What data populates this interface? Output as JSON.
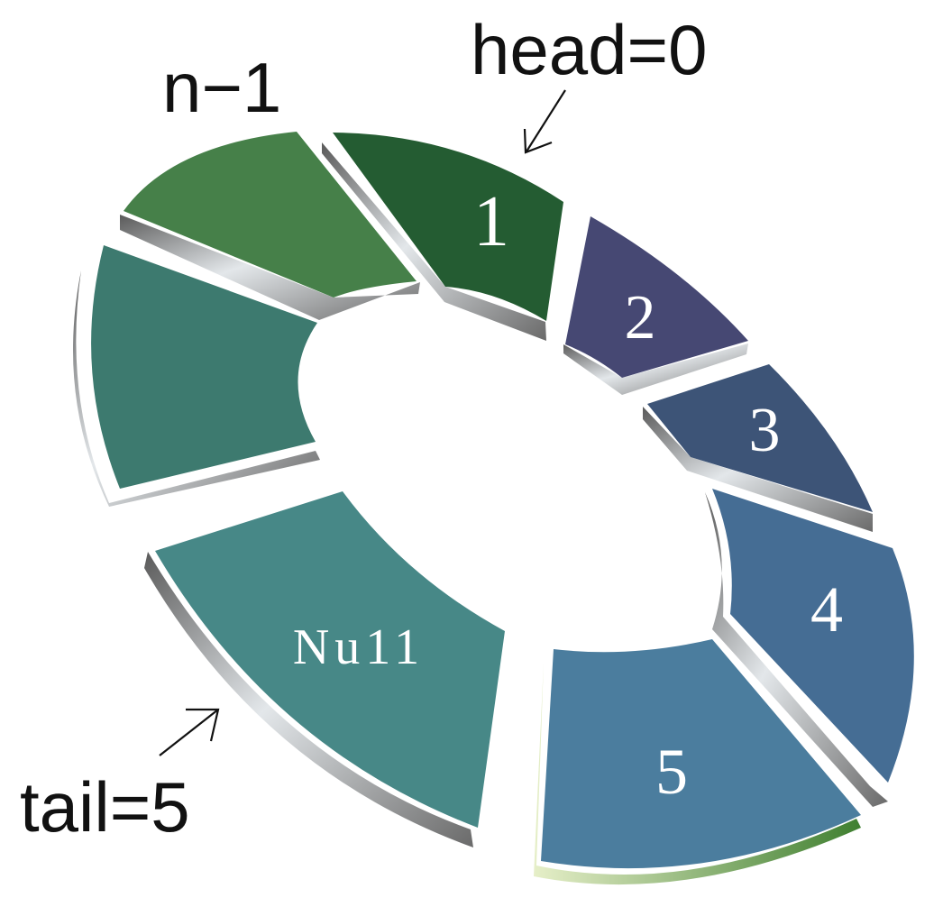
{
  "labels": {
    "head": "head=0",
    "tail": "tail=5",
    "last_index": "n−1"
  },
  "segments": [
    {
      "id": "seg-1",
      "label": "1",
      "color": "#245c32"
    },
    {
      "id": "seg-2",
      "label": "2",
      "color": "#464873"
    },
    {
      "id": "seg-3",
      "label": "3",
      "color": "#3d5477"
    },
    {
      "id": "seg-4",
      "label": "4",
      "color": "#456d94"
    },
    {
      "id": "seg-5",
      "label": "5",
      "color": "#4b7d9e"
    },
    {
      "id": "seg-null",
      "label": "Nu11",
      "color": "#478887"
    },
    {
      "id": "seg-blank-a",
      "label": "",
      "color": "#3d7a6f"
    },
    {
      "id": "seg-blank-b",
      "label": "",
      "color": "#468049"
    }
  ],
  "colors": {
    "edge": "#8c8c8c",
    "edge_light": "#d8dce0",
    "text_dark": "#111111",
    "text_light": "#ffffff"
  }
}
